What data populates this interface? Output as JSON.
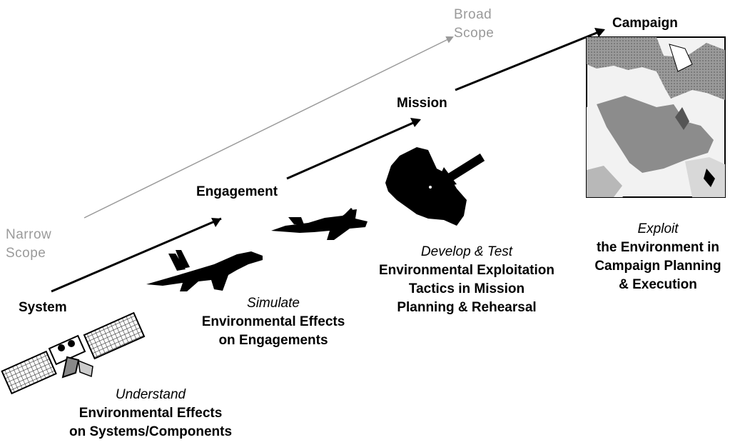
{
  "scope": {
    "narrow": [
      "Narrow",
      "Scope"
    ],
    "broad": [
      "Broad",
      "Scope"
    ]
  },
  "levels": {
    "system": "System",
    "engagement": "Engagement",
    "mission": "Mission",
    "campaign": "Campaign"
  },
  "captions": {
    "understand": {
      "verb": "Understand",
      "lines": [
        "Environmental Effects",
        "on Systems/Components"
      ]
    },
    "simulate": {
      "verb": "Simulate",
      "lines": [
        "Environmental Effects",
        "on Engagements"
      ]
    },
    "develop": {
      "verb": "Develop & Test",
      "lines": [
        "Environmental Exploitation",
        "Tactics in Mission",
        "Planning & Rehearsal"
      ]
    },
    "exploit": {
      "verb": "Exploit",
      "lines": [
        "the Environment in",
        "Campaign Planning",
        "& Execution"
      ]
    }
  },
  "colors": {
    "arrow": "#000000",
    "scope_line": "#9a9a9a",
    "scope_text": "#9a9a9a",
    "map_land": "#8c8c8c",
    "map_sea": "#f2f2f2"
  },
  "icons": [
    "satellite-icon",
    "fighter-jet-icon",
    "fighter-jet-icon",
    "target-map-icon",
    "middle-east-map-icon"
  ]
}
